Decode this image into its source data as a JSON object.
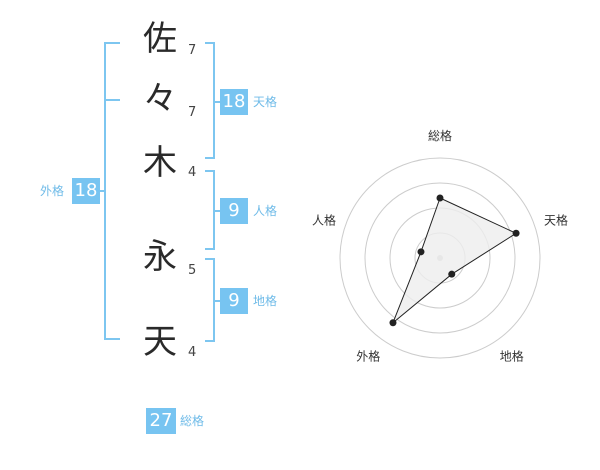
{
  "name": {
    "chars": [
      {
        "char": "佐",
        "strokes": "7"
      },
      {
        "char": "々",
        "strokes": "7"
      },
      {
        "char": "木",
        "strokes": "4"
      },
      {
        "char": "永",
        "strokes": "5"
      },
      {
        "char": "天",
        "strokes": "4"
      }
    ]
  },
  "fortune": {
    "tenkaku": {
      "value": "18",
      "label": "天格"
    },
    "jinkaku": {
      "value": "9",
      "label": "人格"
    },
    "chikaku": {
      "value": "9",
      "label": "地格"
    },
    "gaikaku": {
      "value": "18",
      "label": "外格"
    },
    "soukaku": {
      "value": "27",
      "label": "総格"
    }
  },
  "colors": {
    "accent": "#77c4f1",
    "accent_text": "#6fbbe8",
    "ring": "#cccccc",
    "polygon_fill": "#eeeeee",
    "polygon_stroke": "#222222"
  },
  "chart_data": {
    "type": "radar",
    "axes": [
      "総格",
      "天格",
      "地格",
      "外格",
      "人格"
    ],
    "values": [
      3,
      4,
      1,
      4,
      1
    ],
    "rmax": 5,
    "rings": 4,
    "grid": true
  }
}
